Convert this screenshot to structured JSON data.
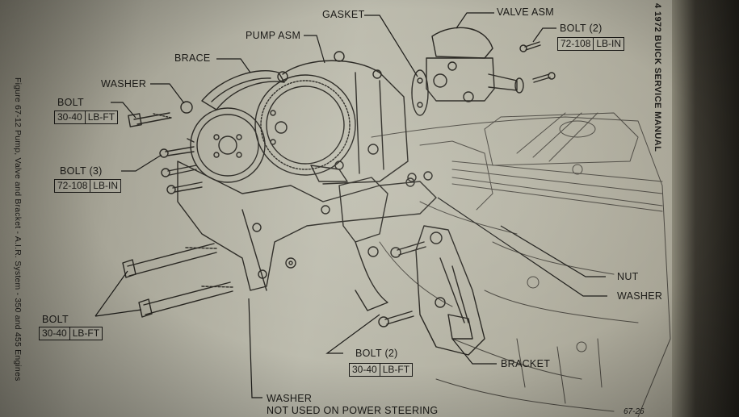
{
  "header": "4   1972 BUICK SERVICE MANUAL",
  "caption": "Figure 67-12 Pump, Valve and Bracket - A.I.R. System - 350 and 455 Engines",
  "page_number": "67-26",
  "labels": {
    "gasket": "GASKET",
    "valve_asm": "VALVE ASM",
    "pump_asm": "PUMP ASM",
    "brace": "BRACE",
    "washer_top": "WASHER",
    "bolt_left": "BOLT",
    "bolt_3": "BOLT (3)",
    "bolt_2_top": "BOLT (2)",
    "nut": "NUT",
    "washer_right": "WASHER",
    "bracket": "BRACKET",
    "bolt_2_bottom": "BOLT (2)",
    "bolt_lower_left": "BOLT",
    "washer_bottom": "WASHER",
    "not_used_note": "NOT USED ON POWER STEERING"
  },
  "specs": {
    "bolt_left": {
      "value": "30-40",
      "unit": "LB-FT"
    },
    "bolt_3": {
      "value": "72-108",
      "unit": "LB-IN"
    },
    "bolt_2_top": {
      "value": "72-108",
      "unit": "LB-IN"
    },
    "bolt_2_bottom": {
      "value": "30-40",
      "unit": "LB-FT"
    },
    "bolt_lower_left": {
      "value": "30-40",
      "unit": "LB-FT"
    }
  }
}
